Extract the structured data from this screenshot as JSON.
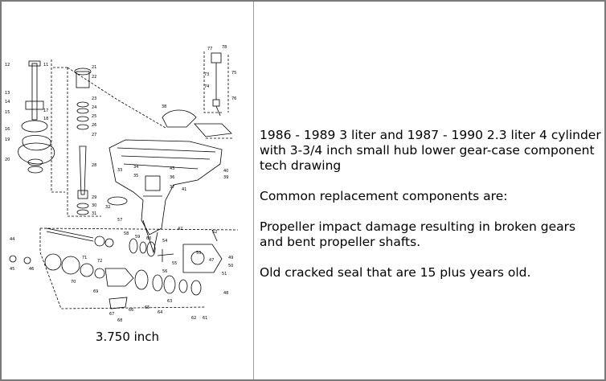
{
  "drawing": {
    "caption": "3.750 inch",
    "callouts": [
      "12",
      "11",
      "21",
      "22",
      "13",
      "14",
      "15",
      "16",
      "17",
      "18",
      "19",
      "20",
      "23",
      "24",
      "25",
      "26",
      "27",
      "28",
      "29",
      "30",
      "31",
      "32",
      "33",
      "34",
      "35",
      "36",
      "37",
      "38",
      "39",
      "40",
      "41",
      "42",
      "43",
      "44",
      "45",
      "46",
      "47",
      "48",
      "49",
      "50",
      "51",
      "52",
      "53",
      "54",
      "55",
      "56",
      "57",
      "58",
      "59",
      "60",
      "61",
      "62",
      "63",
      "64",
      "65",
      "66",
      "67",
      "68",
      "69",
      "70",
      "71",
      "72",
      "73",
      "74",
      "75",
      "76",
      "77",
      "78"
    ]
  },
  "description": {
    "title": "1986 - 1989 3 liter and 1987 - 1990 2.3 liter 4 cylinder with 3-3/4 inch small hub lower gear-case component tech drawing",
    "common_heading": "Common replacement components are:",
    "item_1": "Propeller impact damage resulting in broken gears and bent propeller shafts.",
    "item_2": "Old cracked seal that are 15 plus years old."
  }
}
